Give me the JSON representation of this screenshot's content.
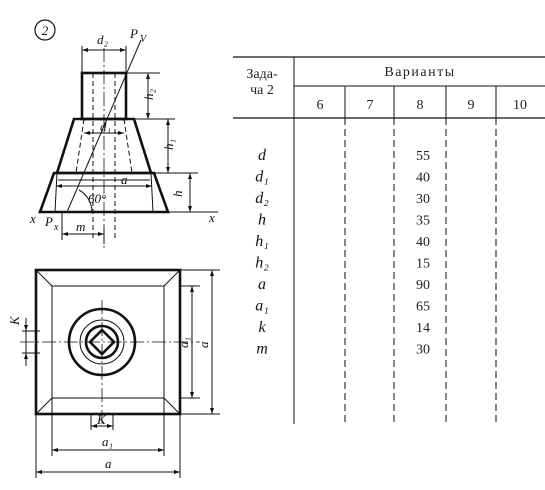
{
  "task_badge": "2",
  "drawing_labels": {
    "d2": "d₂",
    "pv": "P",
    "pv_sub": "V",
    "d1": "d₁",
    "h2": "h₂",
    "h1": "h₁",
    "a": "a",
    "h": "h",
    "angle": "60°",
    "x_left": "x",
    "px": "P",
    "px_sub": "x",
    "m": "m",
    "x_right": "x",
    "k_left": "K",
    "a1_right": "a₁",
    "a_right": "a",
    "k_bottom": "K",
    "a1_bottom": "a₁",
    "a_bottom": "a"
  },
  "table": {
    "header_left_line1": "Зада-",
    "header_left_line2": "ча 2",
    "header_group": "Варианты",
    "variant_columns": [
      "6",
      "7",
      "8",
      "9",
      "10"
    ],
    "parameters": [
      "d",
      "d₁",
      "d₂",
      "h",
      "h₁",
      "h₂",
      "a",
      "a₁",
      "k",
      "m"
    ],
    "values_variant_8": [
      "55",
      "40",
      "30",
      "35",
      "40",
      "15",
      "90",
      "65",
      "14",
      "30"
    ]
  }
}
